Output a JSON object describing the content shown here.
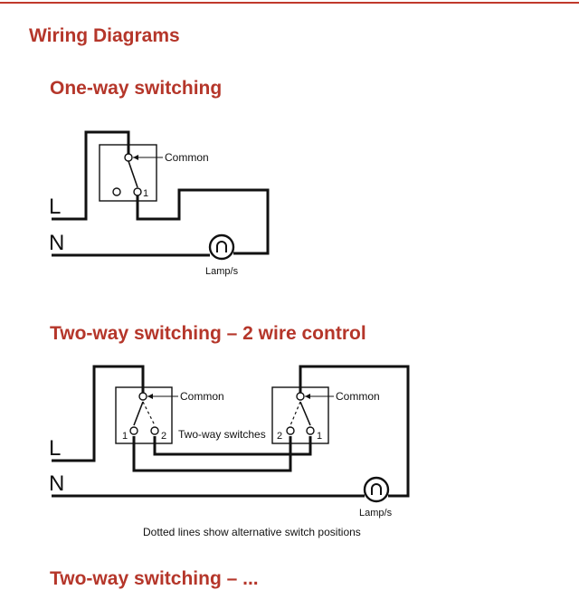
{
  "page": {
    "title": "Wiring Diagrams",
    "sections": [
      {
        "heading": "One-way switching"
      },
      {
        "heading": "Two-way switching – 2 wire control"
      },
      {
        "heading": "Two-way switching – ..."
      }
    ]
  },
  "one_way": {
    "live": "L",
    "neutral": "N",
    "common": "Common",
    "terminal_1": "1",
    "lamp": "Lamp/s"
  },
  "two_way": {
    "live": "L",
    "neutral": "N",
    "common_left": "Common",
    "common_right": "Common",
    "left_t1": "1",
    "left_t2": "2",
    "right_t2": "2",
    "right_t1": "1",
    "switches_label": "Two-way switches",
    "lamp": "Lamp/s",
    "note": "Dotted lines show alternative switch positions"
  },
  "colors": {
    "heading": "#b5362a",
    "line": "#111111",
    "rule": "#c0392b"
  }
}
